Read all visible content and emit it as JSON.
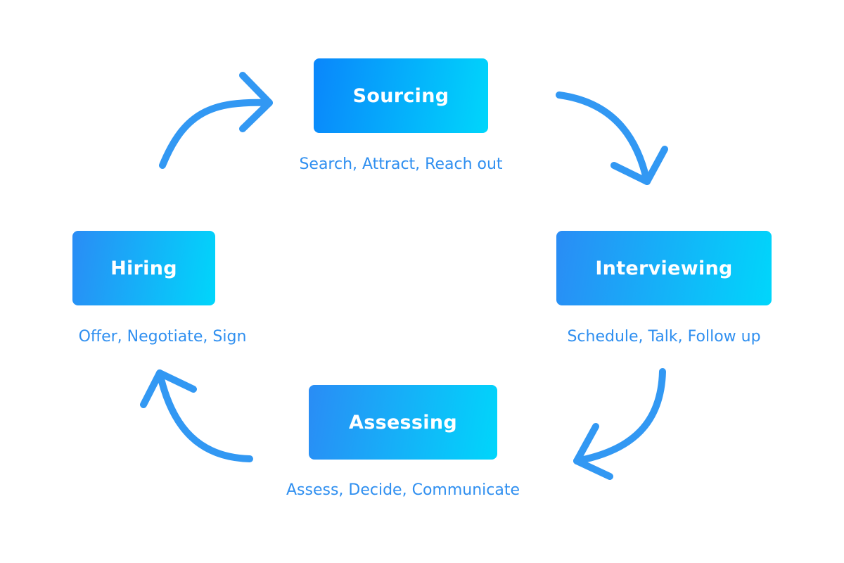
{
  "colors": {
    "arrow": "#3298f3",
    "description_text": "#2f8ff0",
    "box_gradient_start": "#2a8cf5",
    "box_gradient_end": "#00d6fb",
    "box_gradient_start_top": "#0a86fb"
  },
  "stages": {
    "sourcing": {
      "title": "Sourcing",
      "description": "Search, Attract, Reach out"
    },
    "interviewing": {
      "title": "Interviewing",
      "description": "Schedule, Talk, Follow up"
    },
    "assessing": {
      "title": "Assessing",
      "description": "Assess, Decide, Communicate"
    },
    "hiring": {
      "title": "Hiring",
      "description": "Offer, Negotiate, Sign"
    }
  },
  "cycle_order": [
    "sourcing",
    "interviewing",
    "assessing",
    "hiring"
  ]
}
